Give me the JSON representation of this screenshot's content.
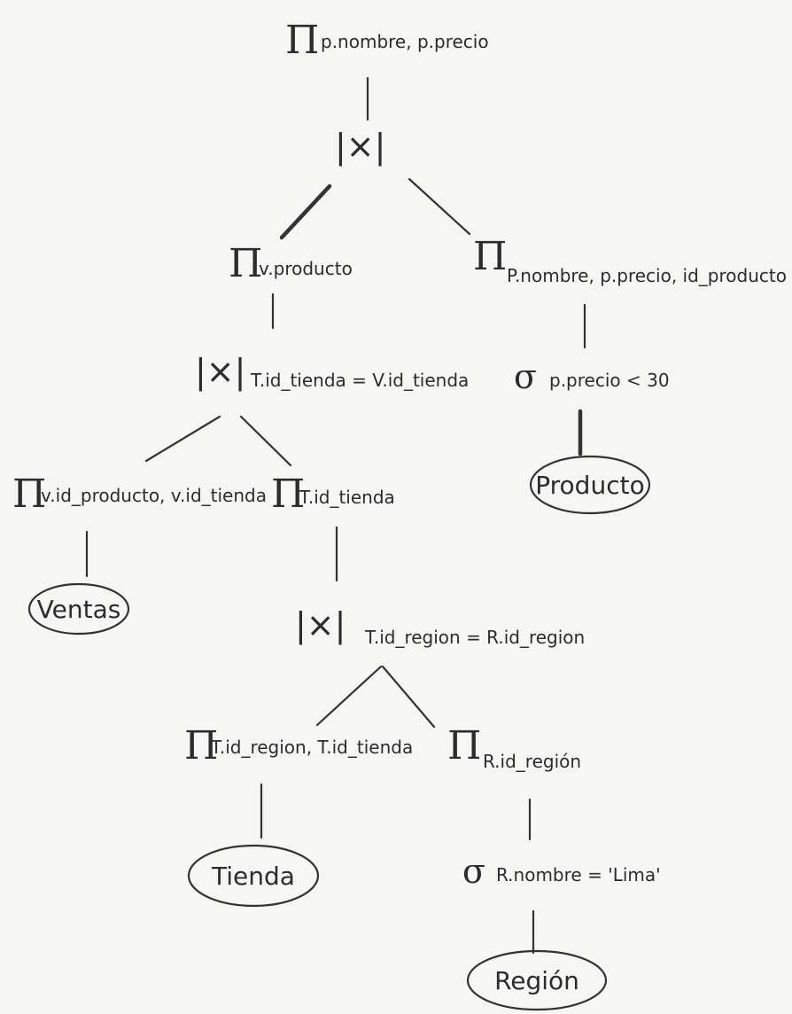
{
  "nodes": {
    "root_projection": {
      "symbol": "Π",
      "subscript": "p.nombre, p.precio"
    },
    "join_top": {
      "symbol": "|×|"
    },
    "proj_v_producto": {
      "symbol": "Π",
      "subscript": "v.producto"
    },
    "proj_producto_attrs": {
      "symbol": "Π",
      "subscript": "P.nombre, p.precio, id_producto"
    },
    "join_tienda": {
      "symbol": "|×|",
      "subscript": "T.id_tienda = V.id_tienda"
    },
    "select_precio": {
      "symbol": "σ",
      "subscript": "p.precio < 30"
    },
    "rel_producto": {
      "label": "Producto"
    },
    "proj_ventas_attrs": {
      "symbol": "Π",
      "subscript": "v.id_producto, v.id_tienda"
    },
    "proj_t_id_tienda": {
      "symbol": "Π",
      "subscript": "T.id_tienda"
    },
    "rel_ventas": {
      "label": "Ventas"
    },
    "join_region": {
      "symbol": "|×|",
      "subscript": "T.id_region = R.id_region"
    },
    "proj_tienda_attrs": {
      "symbol": "Π",
      "subscript": "T.id_region, T.id_tienda"
    },
    "proj_r_id_region": {
      "symbol": "Π",
      "subscript": "R.id_región"
    },
    "rel_tienda": {
      "label": "Tienda"
    },
    "select_nombre": {
      "symbol": "σ",
      "subscript": "R.nombre = 'Lima'"
    },
    "rel_region": {
      "label": "Región"
    }
  }
}
